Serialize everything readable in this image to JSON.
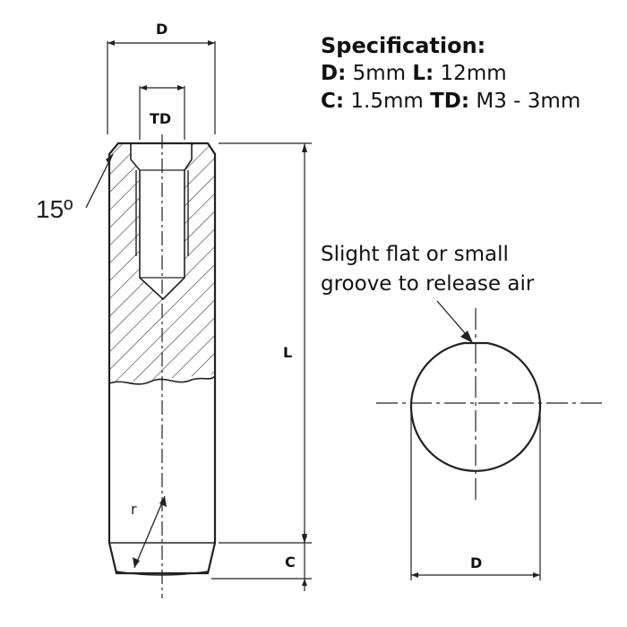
{
  "specification": {
    "title": "Specification:",
    "d_key": "D:",
    "d_value": "5mm",
    "l_key": "L:",
    "l_value": "12mm",
    "c_key": "C:",
    "c_value": "1.5mm",
    "td_key": "TD:",
    "td_value": "M3 - 3mm"
  },
  "labels": {
    "d_top": "D",
    "td": "TD",
    "angle": "15º",
    "l": "L",
    "c": "C",
    "d_bottom": "D",
    "r": "r"
  },
  "note": {
    "line1": "Slight flat or small",
    "line2": "groove to release air"
  }
}
